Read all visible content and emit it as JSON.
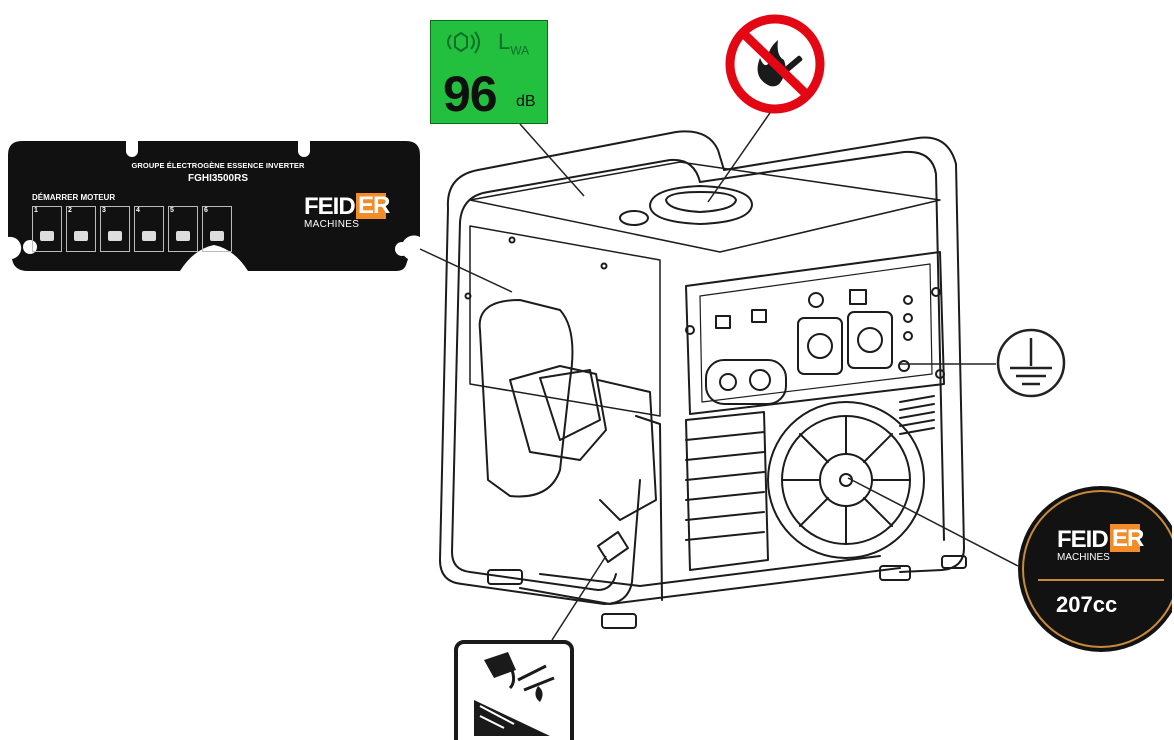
{
  "label_plate": {
    "title": "GROUPE ÉLECTROGÈNE ESSENCE INVERTER",
    "model": "FGHI3500RS",
    "section": "DÉMARRER MOTEUR",
    "step_numbers": [
      "1",
      "2",
      "3",
      "4",
      "5",
      "6"
    ],
    "brand_main": "FEID",
    "brand_accent": "ER",
    "brand_sub": "MACHINES"
  },
  "noise_badge": {
    "symbol": "L",
    "symbol_sub": "WA",
    "value": "96",
    "unit": "dB"
  },
  "engine_badge": {
    "brand_main": "FEID",
    "brand_accent": "ER",
    "brand_sub": "MACHINES",
    "displacement": "207cc"
  },
  "icons": {
    "no_fire": "no-open-flame-icon",
    "earth": "earth-ground-icon",
    "fuel": "fuel-warning-icon",
    "sound": "sound-power-icon"
  },
  "colors": {
    "plate_bg": "#111111",
    "brand_orange": "#f28c28",
    "noise_green": "#22c03e",
    "prohibition_red": "#e30613",
    "leader_line": "#222222"
  }
}
